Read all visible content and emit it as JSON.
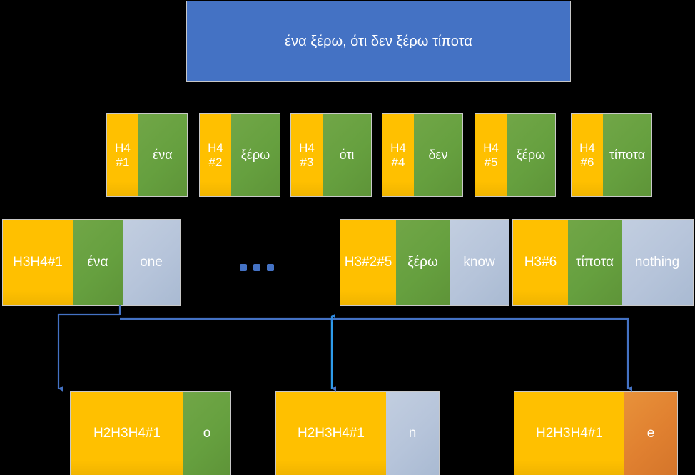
{
  "diagram": {
    "title_box": {
      "text": "ένα ξέρω, ότι δεν ξέρω τίποτα",
      "color": "#4472C4"
    },
    "colors": {
      "yellow": "#FFC000",
      "green": "#6AA143",
      "grey": "#B9C7DC",
      "orange": "#E08030",
      "blue": "#4472C4",
      "background": "#000000",
      "text": "#FFFFFF"
    },
    "row_h4": {
      "nodes": [
        {
          "hash": "H4\n#1",
          "token": "ένα"
        },
        {
          "hash": "H4\n#2",
          "token": "ξέρω"
        },
        {
          "hash": "H4\n#3",
          "token": "ότι"
        },
        {
          "hash": "H4\n#4",
          "token": "δεν"
        },
        {
          "hash": "H4\n#5",
          "token": "ξέρω"
        },
        {
          "hash": "H4\n#6",
          "token": "τίποτα"
        }
      ]
    },
    "row_h3": {
      "nodes": [
        {
          "hash": "H3H4#1",
          "token": "ένα",
          "translation": "one"
        },
        {
          "hash": "H3#2#5",
          "token": "ξέρω",
          "translation": "know"
        },
        {
          "hash": "H3#6",
          "token": "τίποτα",
          "translation": "nothing"
        }
      ],
      "ellipsis": "..."
    },
    "row_h2": {
      "nodes": [
        {
          "hash": "H2H3H4#1",
          "letter": "o",
          "letter_color": "green"
        },
        {
          "hash": "H2H3H4#1",
          "letter": "n",
          "letter_color": "grey"
        },
        {
          "hash": "H2H3H4#1",
          "letter": "e",
          "letter_color": "orange"
        }
      ]
    },
    "connectors": {
      "source": "row_h3.nodes.0.translation",
      "count": 3,
      "style": "elbow-arrow",
      "color": "#4472C4"
    }
  }
}
